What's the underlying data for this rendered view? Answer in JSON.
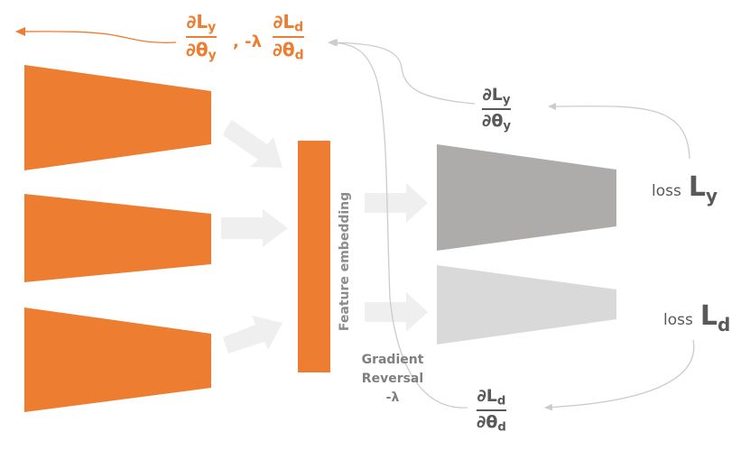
{
  "colors": {
    "feature_extractor": "#ED7D31",
    "label_predictor": "#AEABAB",
    "domain_classifier": "#D9D9D9",
    "arrow_fill": "#EFEFEF",
    "feedback_line": "#CCCCCC"
  },
  "top_gradient": {
    "label_y": {
      "num": "∂L",
      "num_sub": "y",
      "den": "∂θ",
      "den_sub": "y"
    },
    "separator": ", -λ",
    "label_d": {
      "num": "∂L",
      "num_sub": "d",
      "den": "∂θ",
      "den_sub": "d"
    }
  },
  "feature_embedding_label": "Feature embedding",
  "gradient_reversal": {
    "line1": "Gradient",
    "line2": "Reversal",
    "line3": "-λ"
  },
  "loss_y": {
    "word": "loss",
    "symbol": "L",
    "sub": "y"
  },
  "loss_d": {
    "word": "loss",
    "symbol": "L",
    "sub": "d"
  },
  "grad_y": {
    "num": "∂L",
    "num_sub": "y",
    "den": "∂θ",
    "den_sub": "y"
  },
  "grad_d": {
    "num": "∂L",
    "num_sub": "d",
    "den": "∂θ",
    "den_sub": "d"
  }
}
